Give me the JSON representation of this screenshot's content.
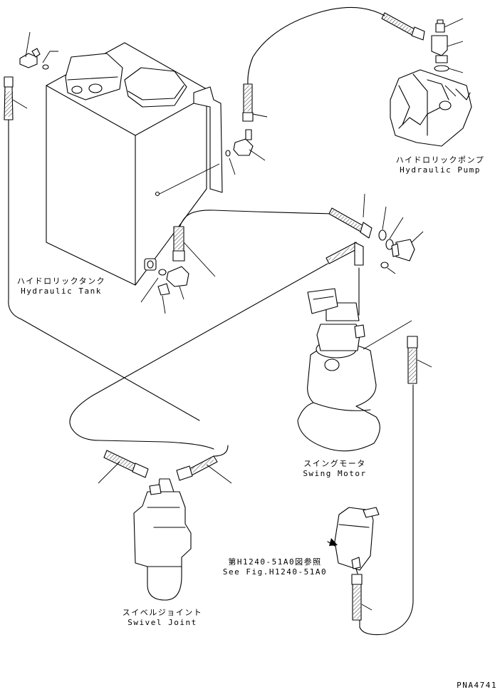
{
  "labels": {
    "hydraulic_pump": {
      "jp": "ハイドロリックポンプ",
      "en": "Hydraulic Pump"
    },
    "hydraulic_tank": {
      "jp": "ハイドロリックタンク",
      "en": "Hydraulic Tank"
    },
    "swing_motor": {
      "jp": "スイングモータ",
      "en": "Swing Motor"
    },
    "swivel_joint": {
      "jp": "スイベルジョイント",
      "en": "Swivel Joint"
    },
    "see_fig": {
      "jp": "第H1240-51A0図参照",
      "en": "See Fig.H1240-51A0"
    }
  },
  "drawing_code": "PNA4741"
}
